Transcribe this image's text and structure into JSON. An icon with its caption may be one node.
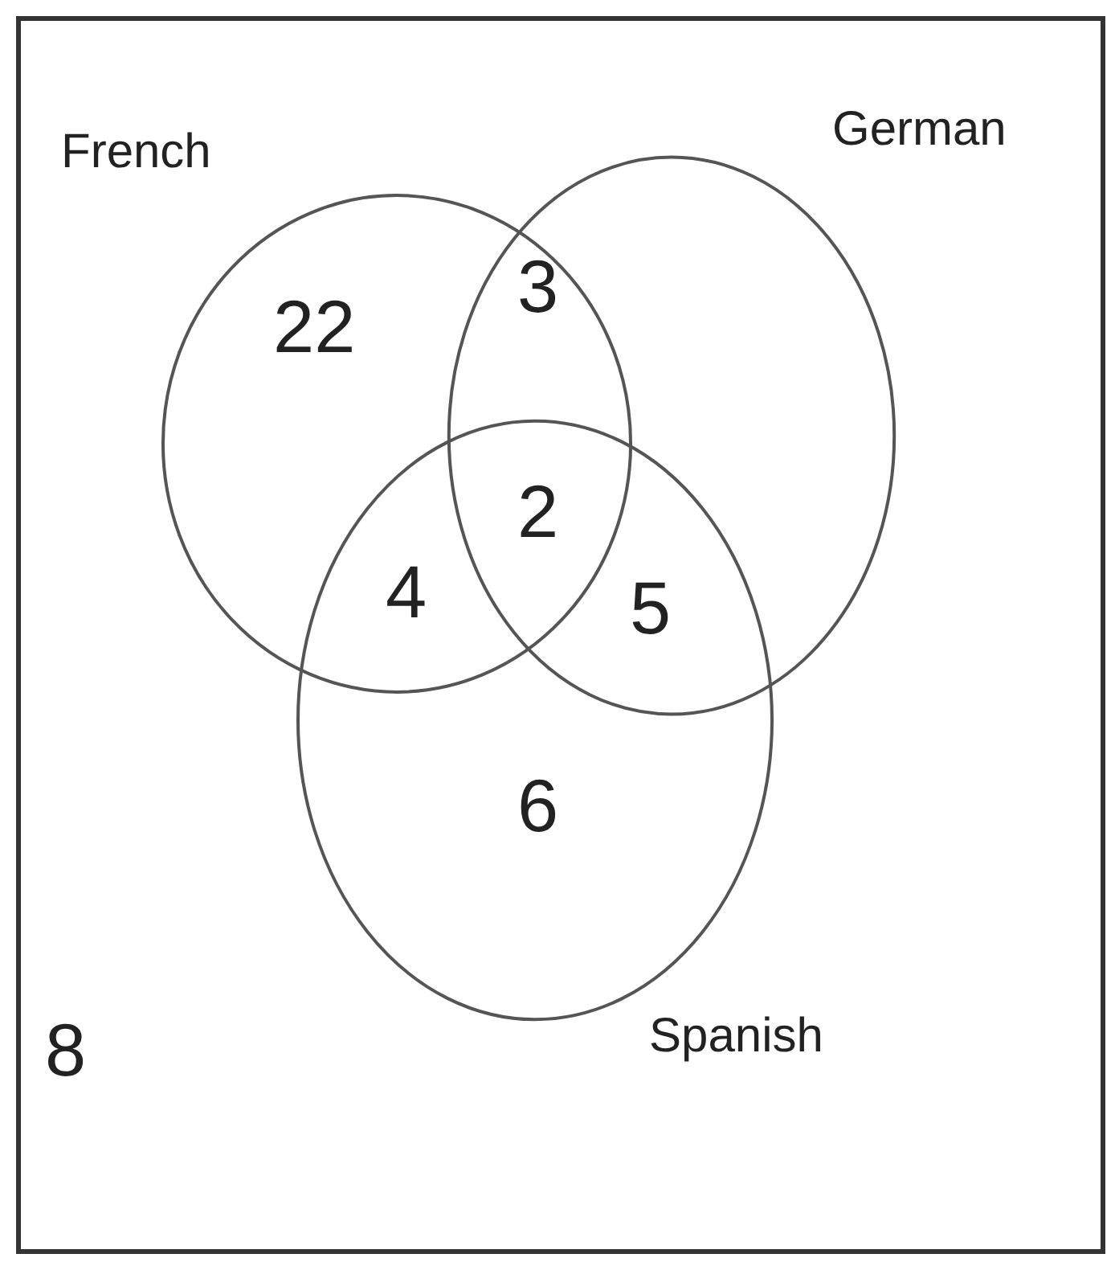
{
  "diagram": {
    "nodes": [
      {
        "text": [],
        "shape": "box"
      },
      {
        "text": [
          "French"
        ],
        "in": 0
      },
      {
        "text": [
          "German"
        ],
        "in": 0
      },
      {
        "text": [
          "Spanish"
        ],
        "in": 0
      }
    ],
    "labels": [
      "22",
      "3",
      "2",
      "4",
      "5",
      "6",
      "8"
    ]
  }
}
